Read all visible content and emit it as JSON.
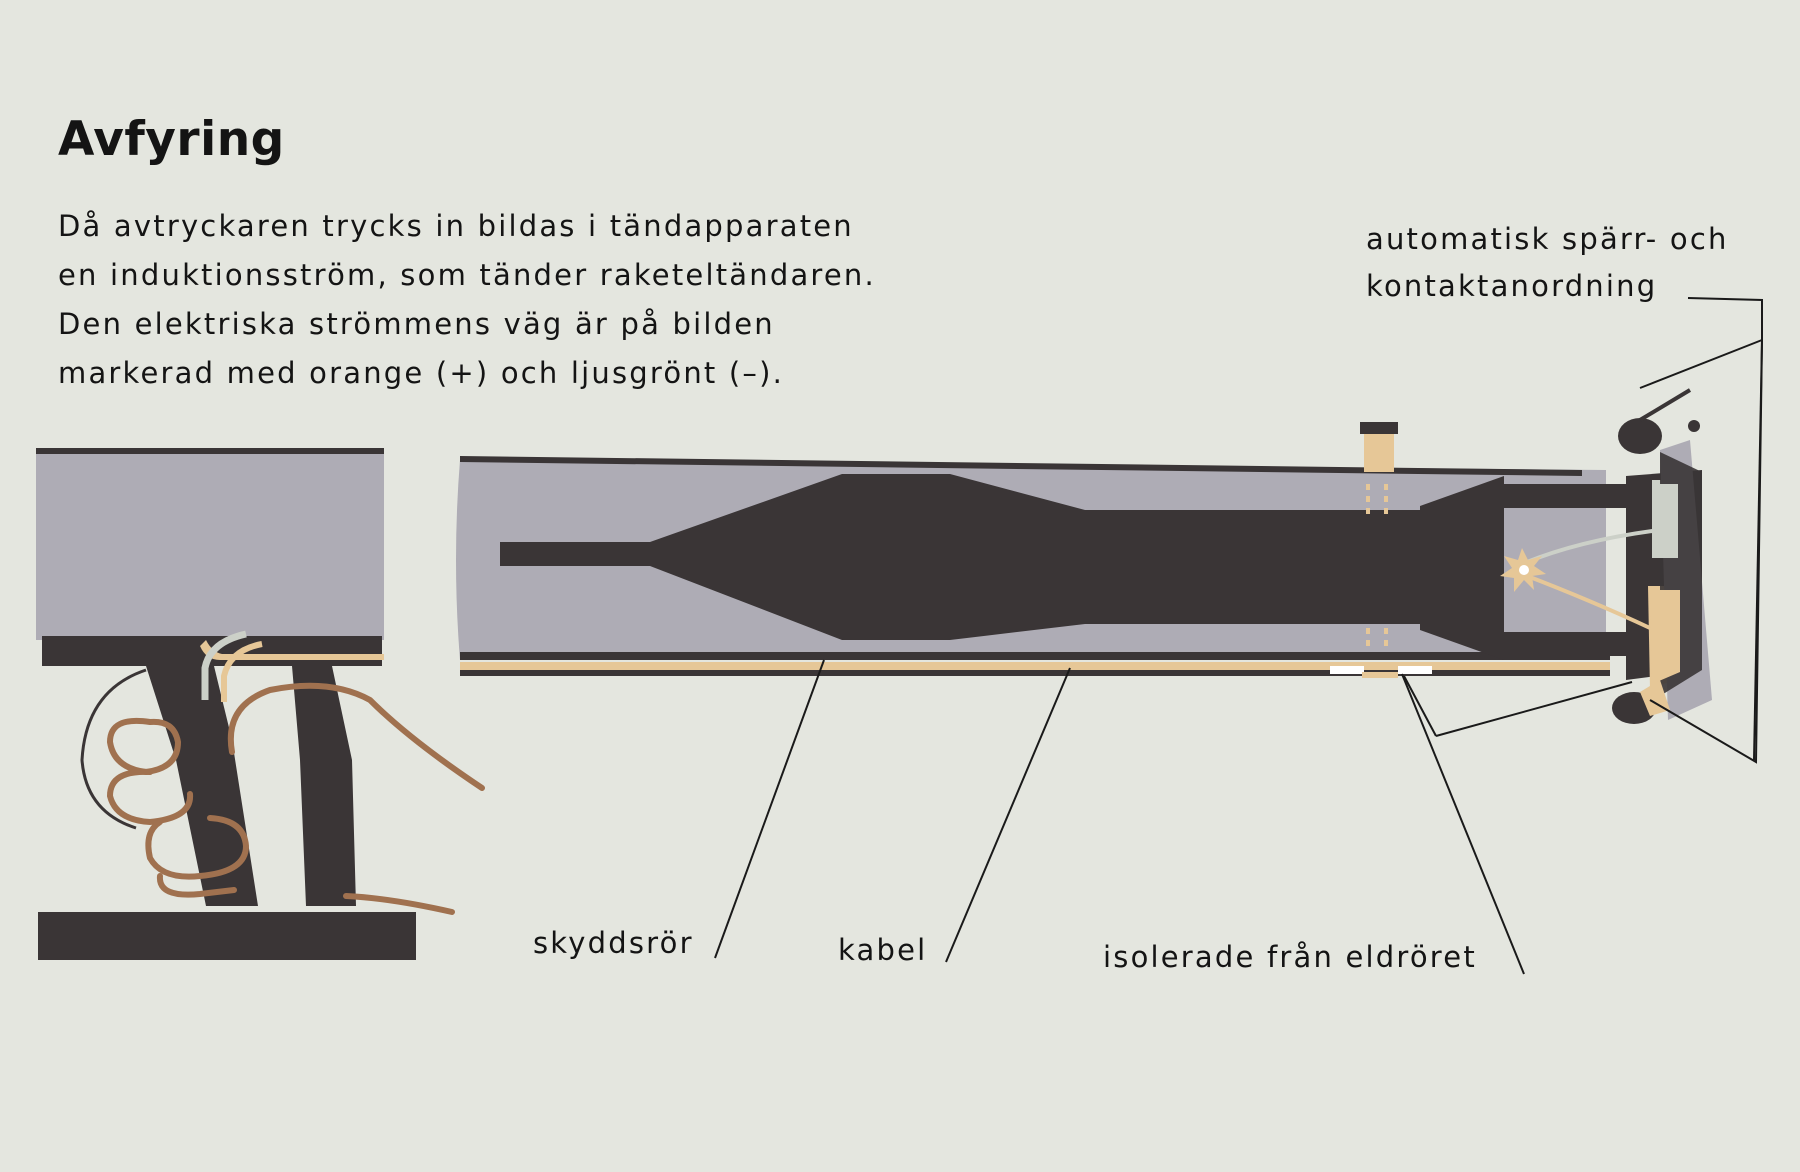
{
  "title": "Avfyring",
  "description": [
    "Då avtryckaren trycks in bildas i tändapparaten",
    "en induktionsström, som tänder raketeltändaren.",
    "Den elektriska strömmens väg är på bilden",
    "markerad med orange (+) och ljusgrönt (–)."
  ],
  "labels": {
    "contact": [
      "automatisk spärr- och",
      "kontaktanordning"
    ],
    "tube": "skyddsrör",
    "cable": "kabel",
    "insulated": "isolerade från eldröret"
  },
  "colors": {
    "background": "#e4e6df",
    "tube_gray": "#aeacb5",
    "rocket_dark": "#3a3536",
    "positive_orange": "#e6c797",
    "negative_green": "#ccd0c8",
    "hand_brown": "#a0714f"
  }
}
